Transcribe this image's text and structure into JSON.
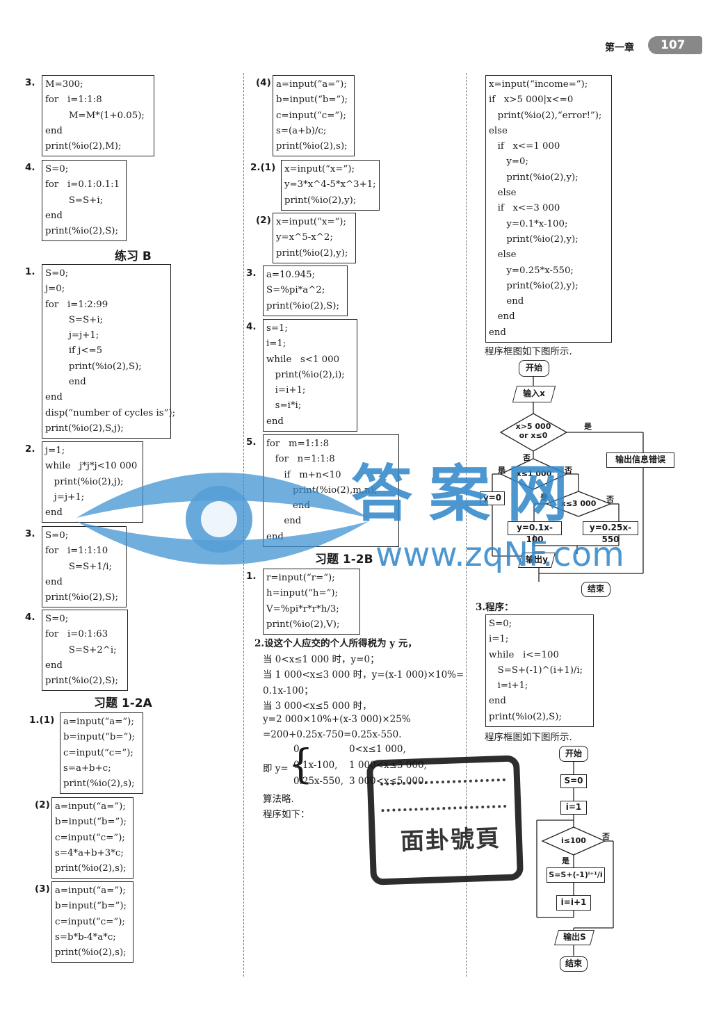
{
  "header": {
    "chapter": "第一章",
    "page_number": "107"
  },
  "col1": {
    "items": [
      {
        "num": "3.",
        "lines": [
          "M=300;",
          "for   i=1:1:8",
          "        M=M*(1+0.05);",
          "end",
          "print(%io(2),M);"
        ]
      },
      {
        "num": "4.",
        "lines": [
          "S=0;",
          "for   i=0.1:0.1:1",
          "        S=S+i;",
          "end",
          "print(%io(2),S);"
        ]
      }
    ],
    "heading_b": "练习 B",
    "b_items": [
      {
        "num": "1.",
        "lines": [
          "S=0;",
          "j=0;",
          "for   i=1:2:99",
          "        S=S+i;",
          "        j=j+1;",
          "        if j<=5",
          "        print(%io(2),S);",
          "        end",
          "end",
          "disp(“number of cycles is”);",
          "print(%io(2),S,j);"
        ]
      },
      {
        "num": "2.",
        "lines": [
          "j=1;",
          "while   j*j*j<10 000",
          "   print(%io(2),j);",
          "   j=j+1;",
          "end"
        ]
      },
      {
        "num": "3.",
        "lines": [
          "S=0;",
          "for   i=1:1:10",
          "        S=S+1/i;",
          "end",
          "print(%io(2),S);"
        ]
      },
      {
        "num": "4.",
        "lines": [
          "S=0;",
          "for   i=0:1:63",
          "        S=S+2^i;",
          "end",
          "print(%io(2),S);"
        ]
      }
    ],
    "heading_12a": "习题 1-2A",
    "a_items": [
      {
        "num": "1.(1)",
        "lines": [
          "a=input(“a=”);",
          "b=input(“b=”);",
          "c=input(“c=”);",
          "s=a+b+c;",
          "print(%io(2),s);"
        ]
      },
      {
        "num": "(2)",
        "lines": [
          "a=input(“a=”);",
          "b=input(“b=”);",
          "c=input(“c=”);",
          "s=4*a+b+3*c;",
          "print(%io(2),s);"
        ]
      },
      {
        "num": "(3)",
        "lines": [
          "a=input(“a=”);",
          "b=input(“b=”);",
          "c=input(“c=”);",
          "s=b*b-4*a*c;",
          "print(%io(2),s);"
        ]
      }
    ]
  },
  "col2": {
    "items": [
      {
        "num": "(4)",
        "lines": [
          "a=input(“a=”);",
          "b=input(“b=”);",
          "c=input(“c=”);",
          "s=(a+b)/c;",
          "print(%io(2),s);"
        ]
      },
      {
        "num": "2.(1)",
        "lines": [
          "x=input(“x=”);",
          "y=3*x^4-5*x^3+1;",
          "print(%io(2),y);"
        ]
      },
      {
        "num": "(2)",
        "lines": [
          "x=input(“x=”);",
          "y=x^5-x^2;",
          "print(%io(2),y);"
        ]
      },
      {
        "num": "3.",
        "lines": [
          "a=10.945;",
          "S=%pi*a^2;",
          "print(%io(2),S);"
        ]
      },
      {
        "num": "4.",
        "lines": [
          "s=1;",
          "i=1;",
          "while   s<1 000",
          "   print(%io(2),i);",
          "   i=i+1;",
          "   s=i*i;",
          "end"
        ]
      },
      {
        "num": "5.",
        "lines": [
          "for   m=1:1:8",
          "   for   n=1:1:8",
          "      if   m+n<10",
          "         print(%io(2),m,n);",
          "         end",
          "      end",
          "end"
        ]
      }
    ],
    "heading_12b": "习题 1-2B",
    "b1": {
      "num": "1.",
      "lines": [
        "r=input(“r=”);",
        "h=input(“h=”);",
        "V=%pi*r*r*h/3;",
        "print(%io(2),V);"
      ]
    },
    "text_lines": [
      "2.设这个人应交的个人所得税为 y 元，",
      "当 0<x≤1 000 时，y=0；",
      "当 1 000<x≤3 000 时，y=(x-1 000)×10%=",
      "0.1x-100；",
      "当 3 000<x≤5 000 时，",
      "y=2 000×10%+(x-3 000)×25%",
      "=200+0.25x-750=0.25x-550."
    ],
    "piecewise": {
      "prefix": "即 y=",
      "cases": [
        {
          "expr": "0,",
          "cond": "0<x≤1 000,"
        },
        {
          "expr": "0.1x-100,",
          "cond": "1 000<x≤3 000,"
        },
        {
          "expr": "0.25x-550,",
          "cond": "3 000<x≤5 000."
        }
      ]
    },
    "after_lines": [
      "算法略.",
      "程序如下："
    ]
  },
  "col3": {
    "program": [
      "x=input(“income=”);",
      "if   x>5 000|x<=0",
      "   print(%io(2),“error!”);",
      "else",
      "   if   x<=1 000",
      "      y=0;",
      "      print(%io(2),y);",
      "   else",
      "   if   x<=3 000",
      "      y=0.1*x-100;",
      "      print(%io(2),y);",
      "   else",
      "      y=0.25*x-550;",
      "      print(%io(2),y);",
      "      end",
      "   end",
      "end"
    ],
    "flow_caption": "程序框图如下图所示.",
    "flow1": {
      "start": "开始",
      "input": "输入x",
      "cond1": "x>5 000\nor x≤0",
      "yes": "是",
      "no": "否",
      "error": "输出信息错误",
      "cond2": "x≤1 000",
      "y0": "y=0",
      "cond3": "x≤3 000",
      "ya": "y=0.1x-100",
      "yb": "y=0.25x-550",
      "output": "输出y",
      "end": "结束"
    },
    "q3_label": "3.程序：",
    "program3": [
      "S=0;",
      "i=1;",
      "while   i<=100",
      "   S=S+(-1)^(i+1)/i;",
      "   i=i+1;",
      "end",
      "print(%io(2),S);"
    ],
    "flow_caption2": "程序框图如下图所示.",
    "flow2": {
      "start": "开始",
      "s0": "S=0",
      "i1": "i=1",
      "cond": "i≤100",
      "yes": "是",
      "no": "否",
      "update": "S=S+(-1)ⁱ⁺¹/i",
      "inc": "i=i+1",
      "output": "输出S",
      "end": "结束"
    }
  },
  "watermark": {
    "text": "答案网",
    "url": "www.zqNF.com"
  },
  "stamp": {
    "text": "面卦號頁"
  }
}
